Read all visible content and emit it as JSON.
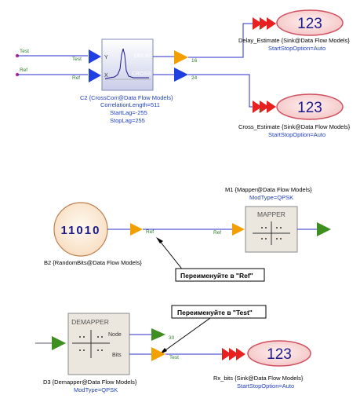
{
  "crosscorr": {
    "input_test": "Test",
    "input_ref": "Ref",
    "wire_test": "Test",
    "wire_ref": "Ref",
    "port_y": "Y",
    "port_x": "X",
    "port_delay": "DELAY",
    "port_cross": "CROSS",
    "out_delay_num": "16",
    "out_cross_num": "24",
    "name": "C2 {CrossCorr@Data Flow Models}",
    "param1": "CorrelationLength=511",
    "param2": "StartLag=-255",
    "param3": "StopLag=255"
  },
  "sink_delay": {
    "value": "123",
    "pin": "1",
    "name": "Delay_Estimate {Sink@Data Flow Models}",
    "param": "StartStopOption=Auto"
  },
  "sink_cross": {
    "value": "123",
    "pin": "2",
    "name": "Cross_Estimate {Sink@Data Flow Models}",
    "param": "StartStopOption=Auto"
  },
  "randombits": {
    "value": "11010",
    "name": "B2 {RandomBits@Data Flow Models}",
    "wire_label": "Ref",
    "wire_label2": "Ref"
  },
  "mapper": {
    "title": "MAPPER",
    "name": "M1 {Mapper@Data Flow Models}",
    "param": "ModType=QPSK"
  },
  "callout_ref": "Переименуйте в \"Ref\"",
  "callout_test": "Переименуйте в \"Test\"",
  "demapper": {
    "title": "DEMAPPER",
    "port_node": "Node",
    "port_bits": "Bits",
    "node_num": "30",
    "wire_label": "Test",
    "name": "D3 {Demapper@Data Flow Models}",
    "param": "ModType=QPSK"
  },
  "sink_bits": {
    "value": "123",
    "name": "Rx_bits {Sink@Data Flow Models}",
    "param": "StartStopOption=Auto"
  },
  "colors": {
    "wire_blue": "#2c2ccc",
    "wire_dark": "#556",
    "arrow_blue": "#1f3fe0",
    "arrow_orange": "#f2a000",
    "arrow_red": "#e82020",
    "arrow_green": "#3f8f20",
    "sink_fill": "#f9dcdc",
    "block_fill": "#ebe7de"
  }
}
